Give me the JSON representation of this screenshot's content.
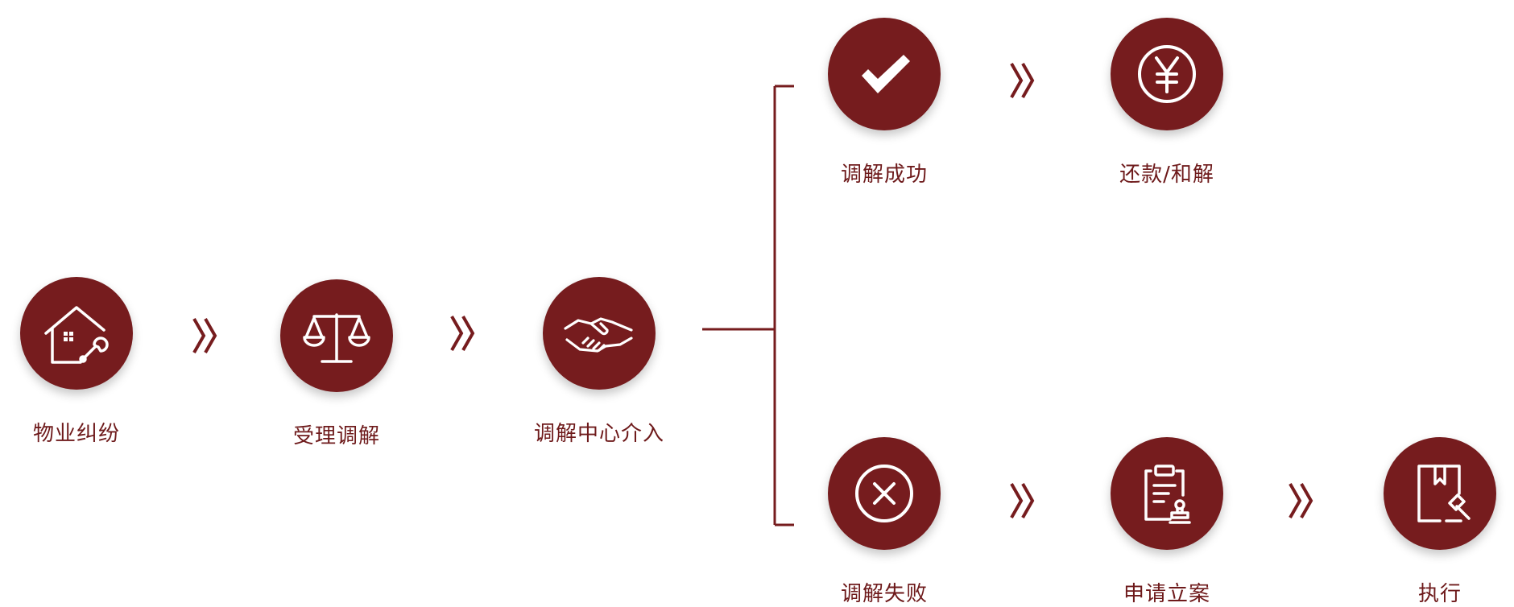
{
  "colors": {
    "primary": "#761c1e",
    "label": "#6e1a1b",
    "icon": "#ffffff"
  },
  "steps": {
    "dispute": {
      "label": "物业纠纷",
      "icon": "house-wrench-icon"
    },
    "accept": {
      "label": "受理调解",
      "icon": "scales-icon"
    },
    "intervene": {
      "label": "调解中心介入",
      "icon": "handshake-icon"
    },
    "success": {
      "label": "调解成功",
      "icon": "checkmark-icon"
    },
    "repay": {
      "label": "还款/和解",
      "icon": "yen-coin-icon"
    },
    "failure": {
      "label": "调解失败",
      "icon": "x-circle-icon"
    },
    "file_case": {
      "label": "申请立案",
      "icon": "clipboard-stamp-icon"
    },
    "execute": {
      "label": "执行",
      "icon": "book-gavel-icon"
    }
  }
}
